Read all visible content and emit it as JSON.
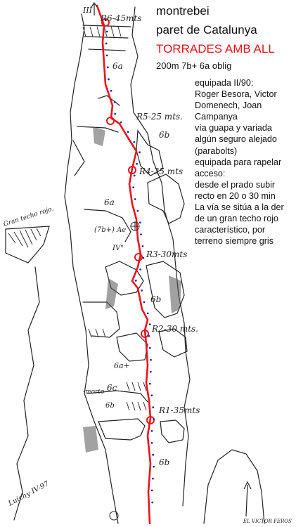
{
  "header": {
    "area": "montrebei",
    "wall": "paret de Catalunya",
    "route": "TORRADES AMB ALL",
    "grade_line": "200m 7b+ 6a oblig"
  },
  "notes": [
    "equipada II/90:",
    "Roger Besora, Victor",
    "Domenech, Joan",
    "Campanya",
    "vía guapa y variada",
    "algún seguro alejado",
    "(parabolts)",
    "equipada para rapelar",
    "acceso:",
    "desde el prado subir",
    "recto en 20 o 30 min",
    "La vía se sitúa a la der",
    "de un gran techo  rojo",
    "característico, por",
    "terreno siempre gris"
  ],
  "topo": {
    "belays": {
      "r6": "R6-45mts",
      "r5": "R5-25 mts.",
      "r4": "R4-35 mts",
      "r3": "R3-30mts",
      "r2": "R2-30 mts.",
      "r1": "R1-35mts"
    },
    "grades": {
      "p6": "6a",
      "p5": "6b",
      "p4a": "6a",
      "p4b": "(7b+) Ae",
      "p4c": "IV°",
      "p3": "6b",
      "p2a": "6a+",
      "p2b": "6c",
      "p2c": "6b",
      "p1": "6b",
      "top": "III"
    },
    "sketch_labels": {
      "gran_techo": "Gran techo rojo.",
      "morto": "-morto-",
      "signature": "Luichy IV-97",
      "signature_b": "EL VICTOR FEROS"
    },
    "colors": {
      "route_line": "#e8141c",
      "bolts": "#1a2fb8",
      "ink": "#222222"
    }
  }
}
